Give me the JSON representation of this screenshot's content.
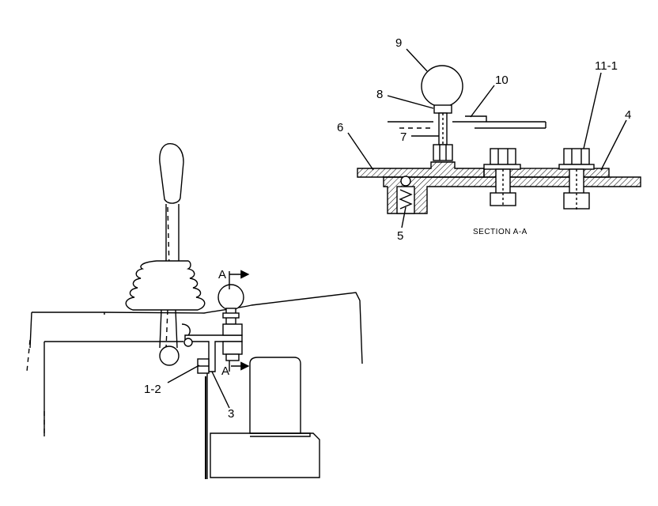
{
  "section_view": {
    "title": "SECTION  A-A",
    "callouts": {
      "c9": "9",
      "c8": "8",
      "c10": "10",
      "c7": "7",
      "c6": "6",
      "c11_1": "11-1",
      "c4": "4",
      "c5": "5"
    }
  },
  "main_view": {
    "section_marker_top": "A",
    "section_marker_bottom": "A",
    "callouts": {
      "c1_2": "1-2",
      "c3": "3"
    }
  }
}
